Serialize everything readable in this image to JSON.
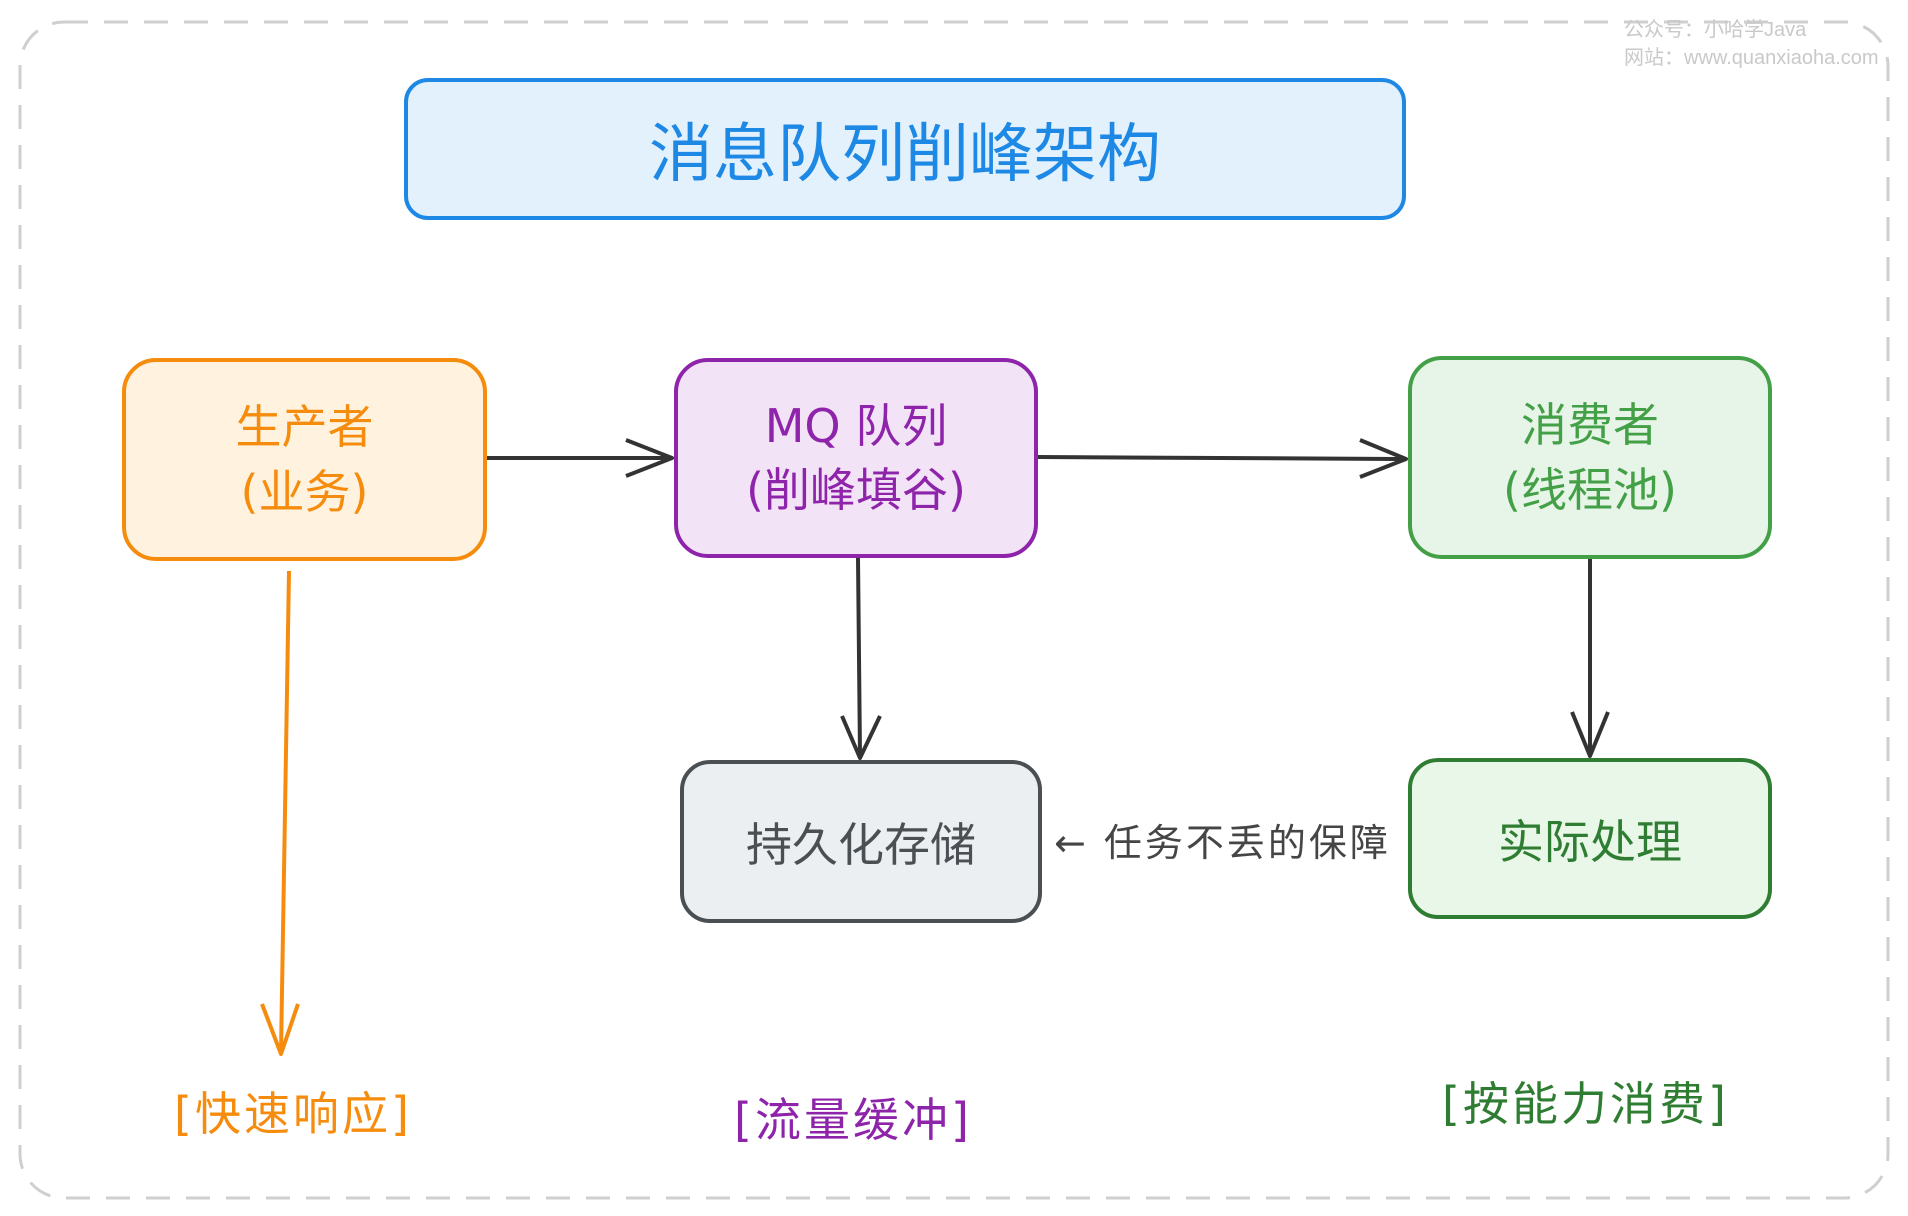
{
  "diagram": {
    "title": "消息队列削峰架构",
    "nodes": {
      "producer": {
        "line1": "生产者",
        "line2": "(业务)"
      },
      "mq": {
        "line1": "MQ 队列",
        "line2": "(削峰填谷)"
      },
      "consumer": {
        "line1": "消费者",
        "line2": "(线程池)"
      },
      "storage": {
        "line1": "持久化存储"
      },
      "process": {
        "line1": "实际处理"
      }
    },
    "edge_note": "← 任务不丢的保障",
    "tags": {
      "producer": "[快速响应]",
      "mq": "[流量缓冲]",
      "consumer": "[按能力消费]"
    },
    "edges": [
      {
        "from": "producer",
        "to": "mq"
      },
      {
        "from": "mq",
        "to": "consumer"
      },
      {
        "from": "mq",
        "to": "storage"
      },
      {
        "from": "consumer",
        "to": "process"
      },
      {
        "from": "producer",
        "to": "快速响应"
      }
    ],
    "colors": {
      "title": "#1e88e5",
      "producer": "#f68c0e",
      "mq": "#8e24aa",
      "consumer": "#43a047",
      "process": "#2e7d32",
      "storage": "#4a4f53",
      "arrow": "#333333"
    }
  },
  "watermark": {
    "line1": "公众号：小哈学Java",
    "line2": "网站：www.quanxiaoha.com"
  }
}
